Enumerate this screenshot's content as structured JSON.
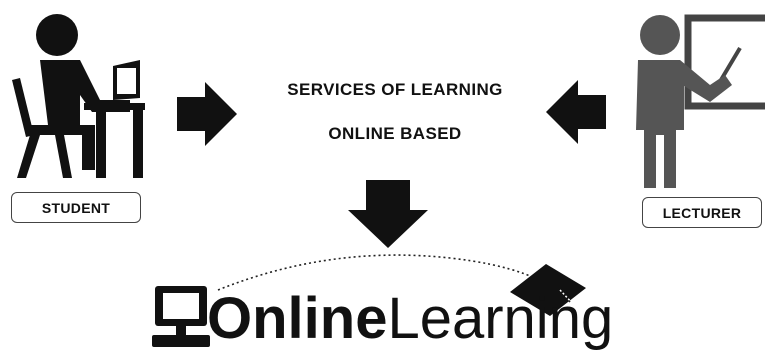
{
  "diagram": {
    "student_label": "STUDENT",
    "lecturer_label": "LECTURER",
    "center_line1": "SERVICES OF LEARNING",
    "center_line2": "ONLINE BASED",
    "logo_bold": "Online",
    "logo_regular": "Learning"
  },
  "icons": [
    "student-at-laptop-icon",
    "lecturer-at-board-icon",
    "arrow-right-icon",
    "arrow-left-icon",
    "arrow-down-icon",
    "computer-icon",
    "graduation-cap-icon"
  ],
  "colors": {
    "ink": "#111111",
    "figure": "#555555",
    "board": "#444444"
  }
}
